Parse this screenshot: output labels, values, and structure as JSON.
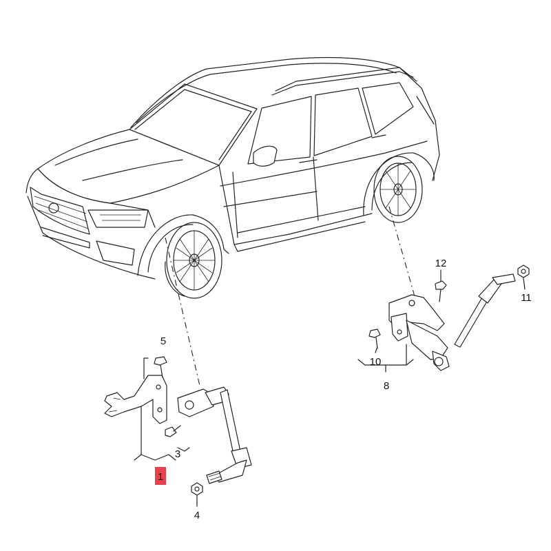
{
  "callouts": [
    {
      "id": "1",
      "highlighted": true
    },
    {
      "id": "3",
      "highlighted": false
    },
    {
      "id": "4",
      "highlighted": false
    },
    {
      "id": "5",
      "highlighted": false
    },
    {
      "id": "8",
      "highlighted": false
    },
    {
      "id": "10",
      "highlighted": false
    },
    {
      "id": "11",
      "highlighted": false
    },
    {
      "id": "12",
      "highlighted": false
    }
  ],
  "colors": {
    "line": "#222222",
    "highlight_box": "#e8434d",
    "background": "#ffffff"
  }
}
